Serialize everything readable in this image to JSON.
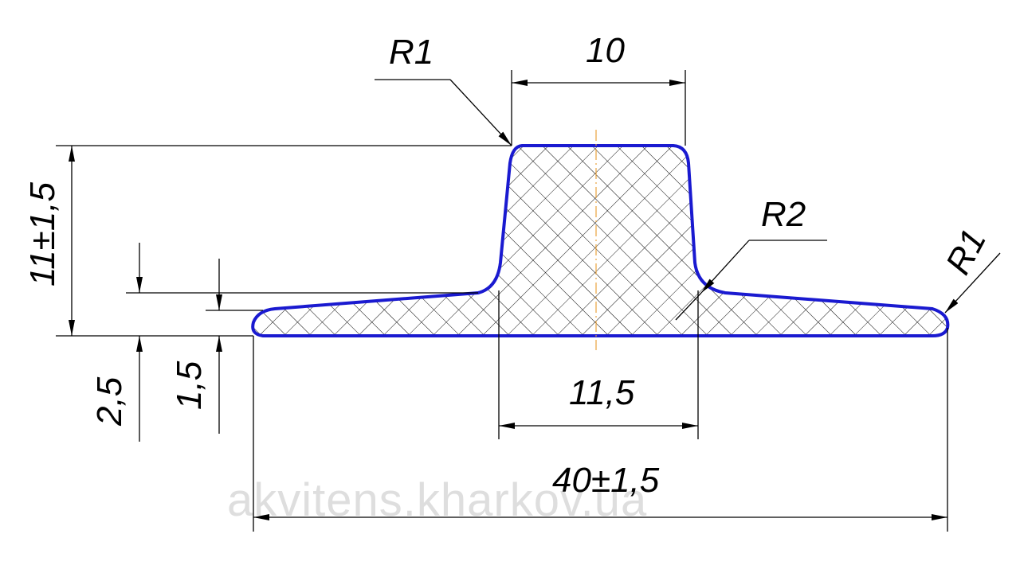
{
  "drawing": {
    "dimensions": {
      "top_radius": "R1",
      "top_width": "10",
      "height": "11±1,5",
      "side_radius": "R2",
      "end_radius": "R1",
      "flange_thickness_outer": "2,5",
      "flange_thickness_inner": "1,5",
      "base_width": "11,5",
      "total_width": "40±1,5"
    },
    "watermark": "akvitens.kharkov.ua"
  },
  "colors": {
    "outline": "#1a1ad0",
    "hatch": "#000000",
    "axis": "#e8a23c",
    "watermark": "#c8c8c8"
  }
}
